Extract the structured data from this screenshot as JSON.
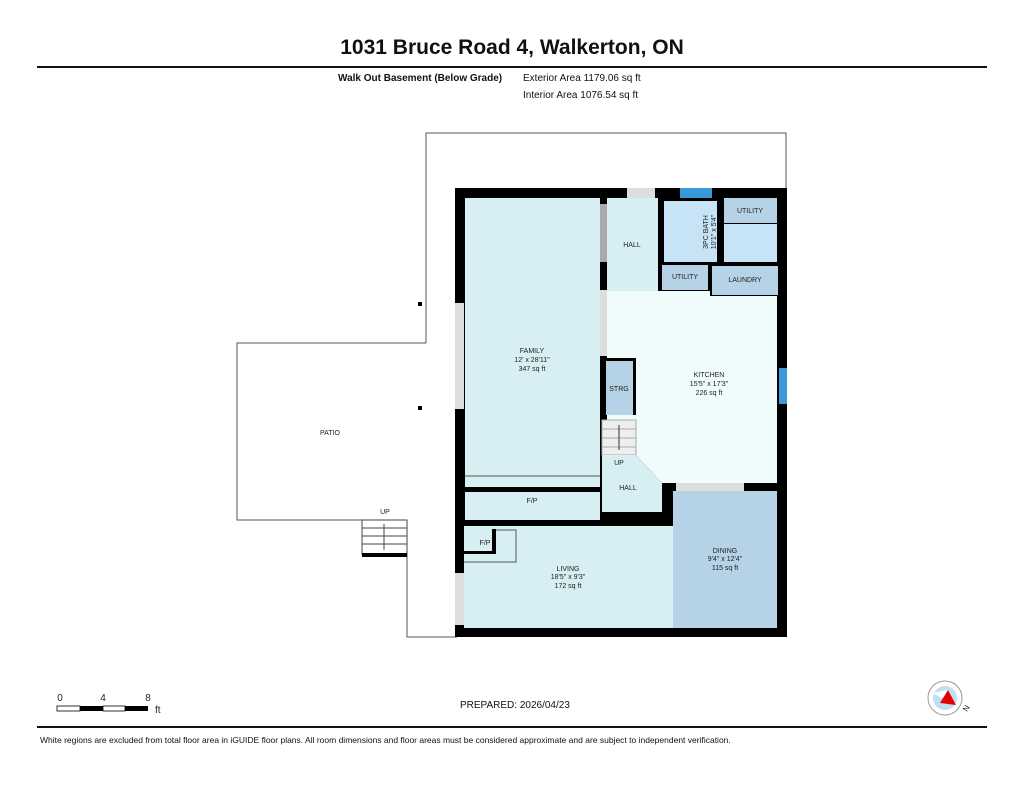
{
  "header": {
    "title": "1031 Bruce Road 4, Walkerton, ON",
    "floor_name": "Walk Out Basement (Below Grade)",
    "exterior_area": "Exterior Area 1179.06 sq ft",
    "interior_area": "Interior Area 1076.54 sq ft"
  },
  "rooms": {
    "family": {
      "name": "FAMILY",
      "dims": "12' x 28'11\"",
      "area": "347 sq ft"
    },
    "kitchen": {
      "name": "KITCHEN",
      "dims": "15'5\" x 17'3\"",
      "area": "226 sq ft"
    },
    "living": {
      "name": "LIVING",
      "dims": "18'5\" x 9'3\"",
      "area": "172 sq ft"
    },
    "dining": {
      "name": "DINING",
      "dims": "9'4\" x 12'4\"",
      "area": "115 sq ft"
    },
    "bath": {
      "name": "3PC BATH",
      "dims": "10'1\" x 5'4\""
    },
    "hall_top": "HALL",
    "hall_bottom": "HALL",
    "utility_top": "UTILITY",
    "utility_small": "UTILITY",
    "laundry": "LAUNDRY",
    "storage": "STRG",
    "fp_top": "F/P",
    "fp_small": "F/P",
    "stairs_up": "UP",
    "patio": "PATIO",
    "patio_up": "UP"
  },
  "scale": {
    "ticks": [
      "0",
      "4",
      "8"
    ],
    "unit": "ft"
  },
  "compass": {
    "label": "N"
  },
  "prepared": "PREPARED: 2026/04/23",
  "disclaimer": "White regions are excluded from total floor area in iGUIDE floor plans. All room dimensions and floor areas must be considered approximate and are subject to independent verification.",
  "colors": {
    "family": "#d7eff2",
    "kitchen": "#effcfb",
    "bath": "#c6e4f6",
    "dining": "#b6d2e6",
    "wall": "#000000",
    "window": "#3a9ad9"
  }
}
